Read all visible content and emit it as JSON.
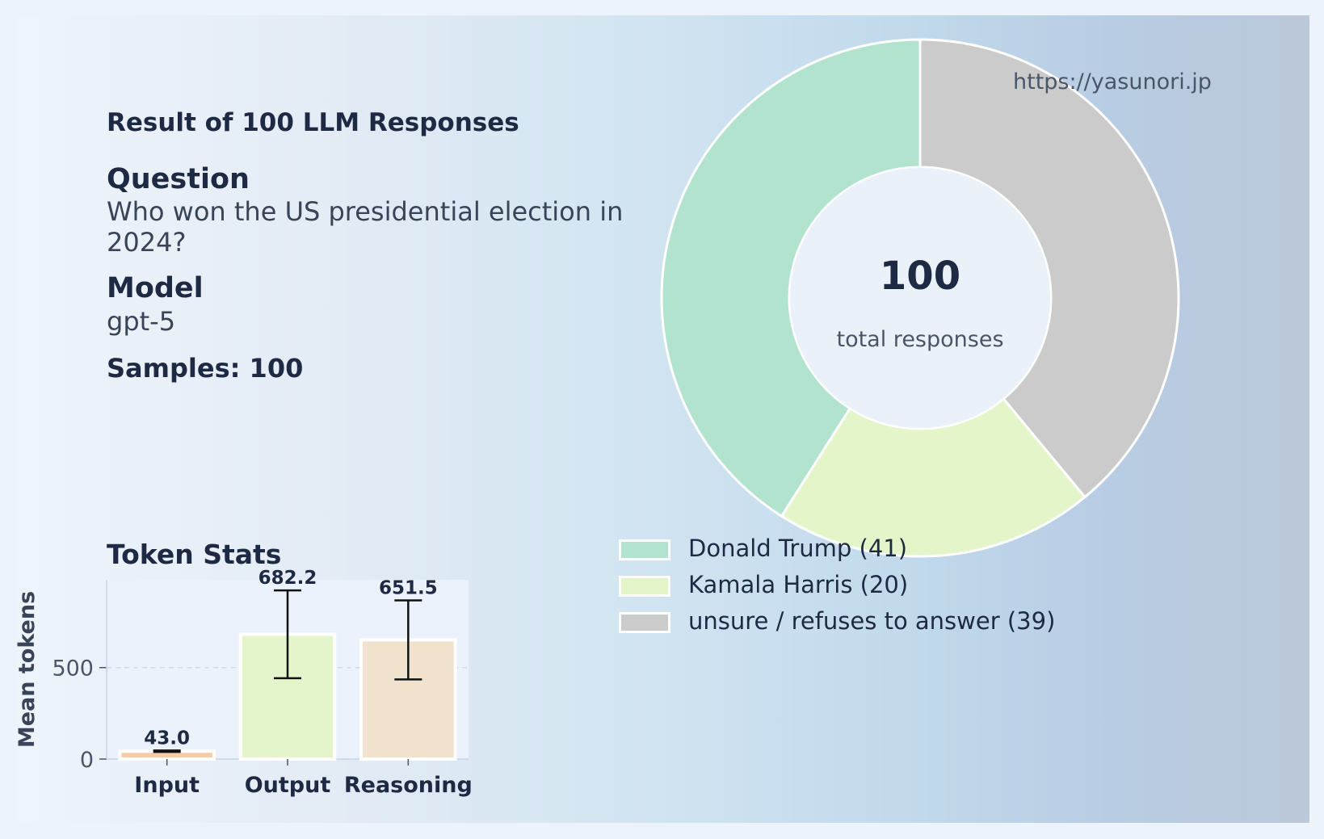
{
  "header": {
    "title": "Result of 100 LLM Responses",
    "question_heading": "Question",
    "question_text": "Who won the US presidential election in 2024?",
    "model_heading": "Model",
    "model_name": "gpt-5",
    "samples_label": "Samples: 100",
    "source": "https://yasunori.jp"
  },
  "donut": {
    "center_value": "100",
    "center_label": "total responses"
  },
  "token_stats": {
    "title": "Token Stats"
  },
  "colors": {
    "trump": "#b2e3cf",
    "harris": "#e5f5ca",
    "unsure": "#cbcbcb",
    "input_bar": "#f6cba8",
    "output_bar": "#e4f5cb",
    "reasoning_bar": "#f0e2cc",
    "text_dark": "#1e2a44"
  },
  "chart_data": [
    {
      "type": "pie",
      "style": "donut",
      "labels": [
        "Donald Trump",
        "Kamala Harris",
        "unsure / refuses to answer"
      ],
      "values": [
        41,
        20,
        39
      ],
      "legend_labels": [
        "Donald Trump (41)",
        "Kamala Harris (20)",
        "unsure / refuses to answer (39)"
      ],
      "total": 100,
      "legend_position": "bottom-left"
    },
    {
      "type": "bar",
      "categories": [
        "Input",
        "Output",
        "Reasoning"
      ],
      "values": [
        43.0,
        682.2,
        651.5
      ],
      "value_labels": [
        "43.0",
        "682.2",
        "651.5"
      ],
      "error": [
        4,
        240,
        216
      ],
      "ylabel": "Mean tokens",
      "yticks": [
        0,
        500
      ],
      "ylim": [
        0,
        980
      ],
      "grid": true
    }
  ]
}
